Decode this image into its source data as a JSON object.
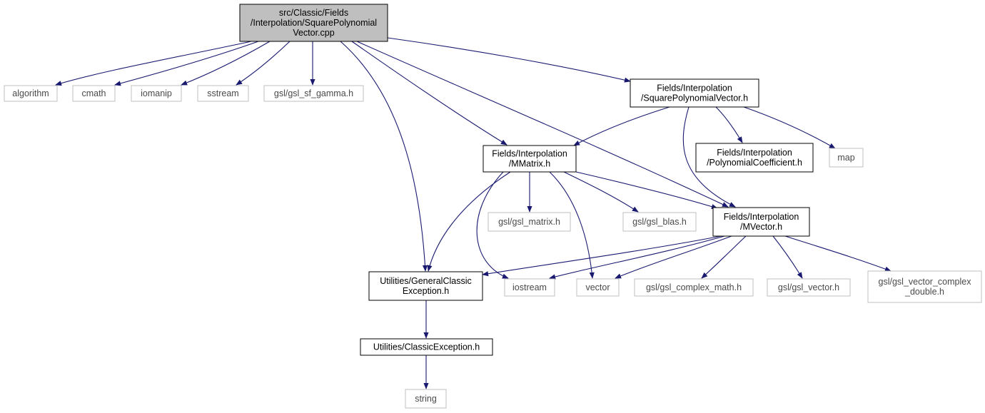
{
  "diagram": {
    "title": "",
    "colors": {
      "edge": "#191970",
      "root_fill": "#bfbfbf",
      "doc_border": "#000000",
      "sys_border": "#bfbfbf"
    },
    "nodes": [
      {
        "id": "root",
        "kind": "root",
        "lines": [
          "src/Classic/Fields",
          "/Interpolation/SquarePolynomial",
          "Vector.cpp"
        ]
      },
      {
        "id": "algorithm",
        "kind": "system",
        "lines": [
          "algorithm"
        ]
      },
      {
        "id": "cmath",
        "kind": "system",
        "lines": [
          "cmath"
        ]
      },
      {
        "id": "iomanip",
        "kind": "system",
        "lines": [
          "iomanip"
        ]
      },
      {
        "id": "sstream",
        "kind": "system",
        "lines": [
          "sstream"
        ]
      },
      {
        "id": "gsl_sf_gamma",
        "kind": "system",
        "lines": [
          "gsl/gsl_sf_gamma.h"
        ]
      },
      {
        "id": "sqpolyvec_h",
        "kind": "documented",
        "lines": [
          "Fields/Interpolation",
          "/SquarePolynomialVector.h"
        ]
      },
      {
        "id": "mmatrix",
        "kind": "documented",
        "lines": [
          "Fields/Interpolation",
          "/MMatrix.h"
        ]
      },
      {
        "id": "polycoef",
        "kind": "documented",
        "lines": [
          "Fields/Interpolation",
          "/PolynomialCoefficient.h"
        ]
      },
      {
        "id": "map",
        "kind": "system",
        "lines": [
          "map"
        ]
      },
      {
        "id": "gsl_matrix",
        "kind": "system",
        "lines": [
          "gsl/gsl_matrix.h"
        ]
      },
      {
        "id": "gsl_blas",
        "kind": "system",
        "lines": [
          "gsl/gsl_blas.h"
        ]
      },
      {
        "id": "mvector",
        "kind": "documented",
        "lines": [
          "Fields/Interpolation",
          "/MVector.h"
        ]
      },
      {
        "id": "genexc",
        "kind": "documented",
        "lines": [
          "Utilities/GeneralClassic",
          "Exception.h"
        ]
      },
      {
        "id": "iostream",
        "kind": "system",
        "lines": [
          "iostream"
        ]
      },
      {
        "id": "vector",
        "kind": "system",
        "lines": [
          "vector"
        ]
      },
      {
        "id": "gsl_complex_math",
        "kind": "system",
        "lines": [
          "gsl/gsl_complex_math.h"
        ]
      },
      {
        "id": "gsl_vector",
        "kind": "system",
        "lines": [
          "gsl/gsl_vector.h"
        ]
      },
      {
        "id": "gsl_vector_complex",
        "kind": "system",
        "lines": [
          "gsl/gsl_vector_complex",
          "_double.h"
        ]
      },
      {
        "id": "classicexc",
        "kind": "documented",
        "lines": [
          "Utilities/ClassicException.h"
        ]
      },
      {
        "id": "string",
        "kind": "system",
        "lines": [
          "string"
        ]
      }
    ],
    "edges": [
      {
        "from": "root",
        "to": "algorithm"
      },
      {
        "from": "root",
        "to": "cmath"
      },
      {
        "from": "root",
        "to": "iomanip"
      },
      {
        "from": "root",
        "to": "sstream"
      },
      {
        "from": "root",
        "to": "gsl_sf_gamma"
      },
      {
        "from": "root",
        "to": "sqpolyvec_h"
      },
      {
        "from": "root",
        "to": "mmatrix"
      },
      {
        "from": "root",
        "to": "mvector"
      },
      {
        "from": "root",
        "to": "genexc"
      },
      {
        "from": "sqpolyvec_h",
        "to": "mmatrix"
      },
      {
        "from": "sqpolyvec_h",
        "to": "polycoef"
      },
      {
        "from": "sqpolyvec_h",
        "to": "map"
      },
      {
        "from": "sqpolyvec_h",
        "to": "mvector"
      },
      {
        "from": "mmatrix",
        "to": "gsl_matrix"
      },
      {
        "from": "mmatrix",
        "to": "gsl_blas"
      },
      {
        "from": "mmatrix",
        "to": "mvector"
      },
      {
        "from": "mmatrix",
        "to": "genexc"
      },
      {
        "from": "mmatrix",
        "to": "iostream"
      },
      {
        "from": "mmatrix",
        "to": "vector"
      },
      {
        "from": "mvector",
        "to": "genexc"
      },
      {
        "from": "mvector",
        "to": "iostream"
      },
      {
        "from": "mvector",
        "to": "vector"
      },
      {
        "from": "mvector",
        "to": "gsl_complex_math"
      },
      {
        "from": "mvector",
        "to": "gsl_vector"
      },
      {
        "from": "mvector",
        "to": "gsl_vector_complex"
      },
      {
        "from": "genexc",
        "to": "classicexc"
      },
      {
        "from": "classicexc",
        "to": "string"
      }
    ]
  }
}
